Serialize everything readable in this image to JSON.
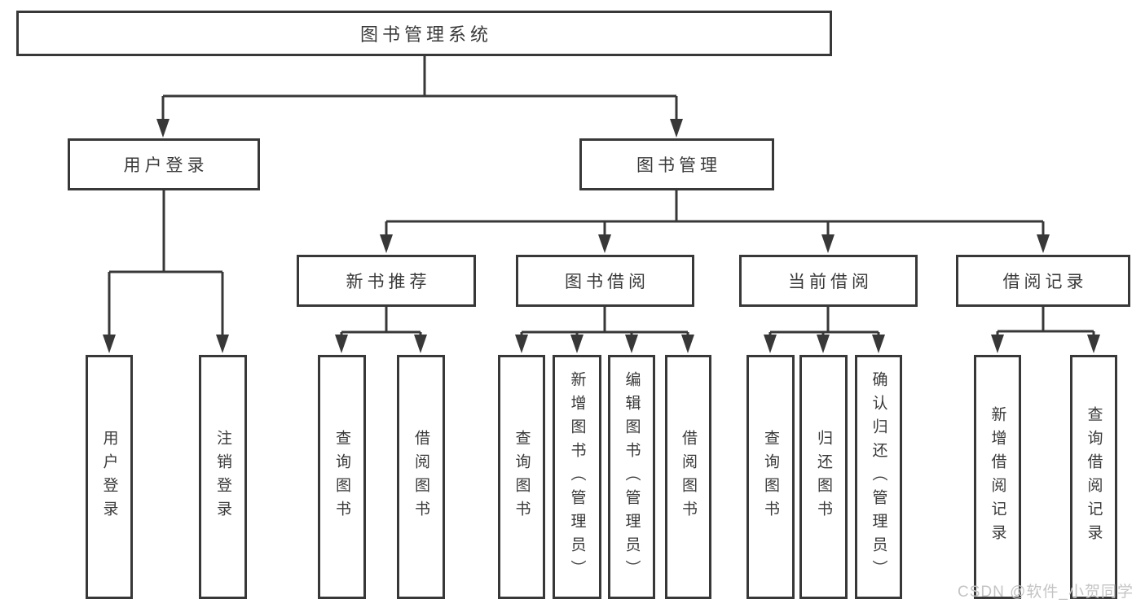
{
  "tree": {
    "root": {
      "label": "图书管理系统"
    },
    "user_login": {
      "label": "用户登录",
      "children": [
        {
          "label": "用户登录"
        },
        {
          "label": "注销登录"
        }
      ]
    },
    "book_mgmt": {
      "label": "图书管理",
      "sections": [
        {
          "label": "新书推荐",
          "children": [
            {
              "label": "查询图书"
            },
            {
              "label": "借阅图书"
            }
          ]
        },
        {
          "label": "图书借阅",
          "children": [
            {
              "label": "查询图书"
            },
            {
              "label": "新增图书（管理员）"
            },
            {
              "label": "编辑图书（管理员）"
            },
            {
              "label": "借阅图书"
            }
          ]
        },
        {
          "label": "当前借阅",
          "children": [
            {
              "label": "查询图书"
            },
            {
              "label": "归还图书"
            },
            {
              "label": "确认归还（管理员）"
            }
          ]
        },
        {
          "label": "借阅记录",
          "children": [
            {
              "label": "新增借阅记录"
            },
            {
              "label": "查询借阅记录"
            }
          ]
        }
      ]
    }
  },
  "watermark": {
    "text": "CSDN @软件_小贺同学"
  },
  "colors": {
    "line": "#383838",
    "text": "#3a3a3a",
    "background": "#ffffff",
    "watermark": "#c4c4c4"
  }
}
